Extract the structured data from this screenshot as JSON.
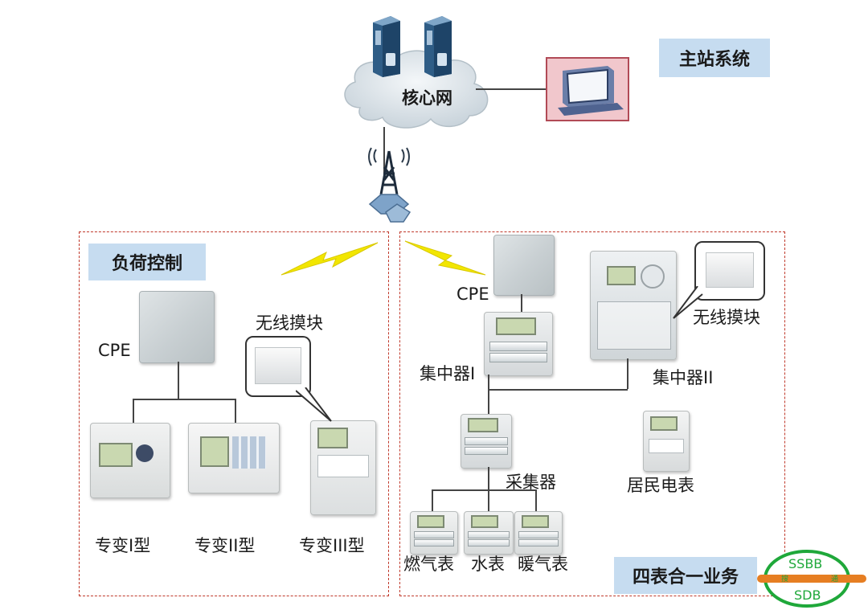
{
  "labels": {
    "core_network": "核心网",
    "master_station": "主站系统",
    "load_control": "负荷控制",
    "four_meter_business": "四表合一业务",
    "cpe_left": "CPE",
    "cpe_right": "CPE",
    "wireless_module_left": "无线摸块",
    "wireless_module_right": "无线摸块",
    "special_transformer_1": "专变I型",
    "special_transformer_2": "专变II型",
    "special_transformer_3": "专变III型",
    "concentrator_1": "集中器I",
    "concentrator_2": "集中器II",
    "collector": "采集器",
    "residential_meter": "居民电表",
    "gas_meter": "燃气表",
    "water_meter": "水表",
    "heat_meter": "暖气表"
  },
  "watermark": {
    "top_text": "SSBB",
    "bottom_text": "SDB",
    "small_left": "搜",
    "small_right": "通"
  },
  "colors": {
    "title_box": "#c6dcf0",
    "zone_border": "#c0392b",
    "lightning": "#f2e600",
    "cloud": "#dfe6ec",
    "watermark_ring": "#1fa83a",
    "watermark_bar": "#e67e22"
  }
}
